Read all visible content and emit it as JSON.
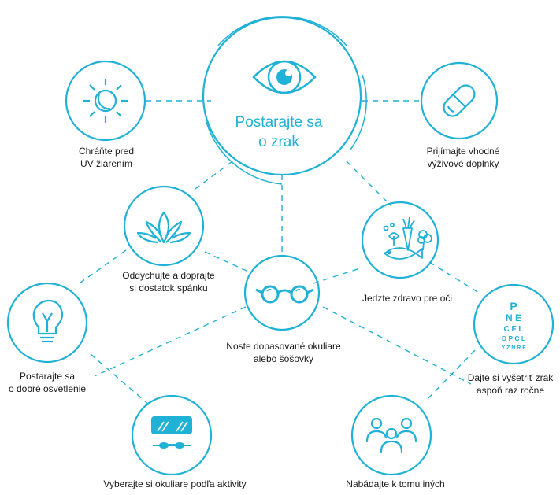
{
  "accent_color": "#1fb1d6",
  "text_color": "#1a1a1a",
  "center": {
    "title_line1": "Postarajte sa",
    "title_line2": "o zrak",
    "icon": "eye-icon"
  },
  "nodes": {
    "uv": {
      "line1": "Chráňte pred",
      "line2": "UV žiarením",
      "icon": "sun-icon"
    },
    "supplements": {
      "line1": "Prijímajte vhodné",
      "line2": "výživové doplnky",
      "icon": "pill-icon"
    },
    "rest": {
      "line1": "Oddychujte a doprajte",
      "line2": "si dostatok spánku",
      "icon": "lotus-icon"
    },
    "glasses": {
      "line1": "Noste dopasované okuliare",
      "line2": "alebo šošovky",
      "icon": "glasses-icon"
    },
    "food": {
      "line1": "Jedzte zdravo pre oči",
      "icon": "healthy-food-icon"
    },
    "light": {
      "line1": "Postarajte sa",
      "line2": "o dobré osvetlenie",
      "icon": "light-bulb-icon"
    },
    "exam": {
      "line1": "Dajte si vyšetriť zrak",
      "line2": "aspoň raz ročne",
      "icon": "eye-chart-icon",
      "chart_rows": [
        "P",
        "N E",
        "C F L",
        "D P C L",
        "Y Z N R F"
      ]
    },
    "activity": {
      "line1": "Vyberajte si okuliare podľa aktivity",
      "icon": "goggles-icon"
    },
    "others": {
      "line1": "Nabádajte k tomu iných",
      "icon": "people-icon"
    }
  }
}
